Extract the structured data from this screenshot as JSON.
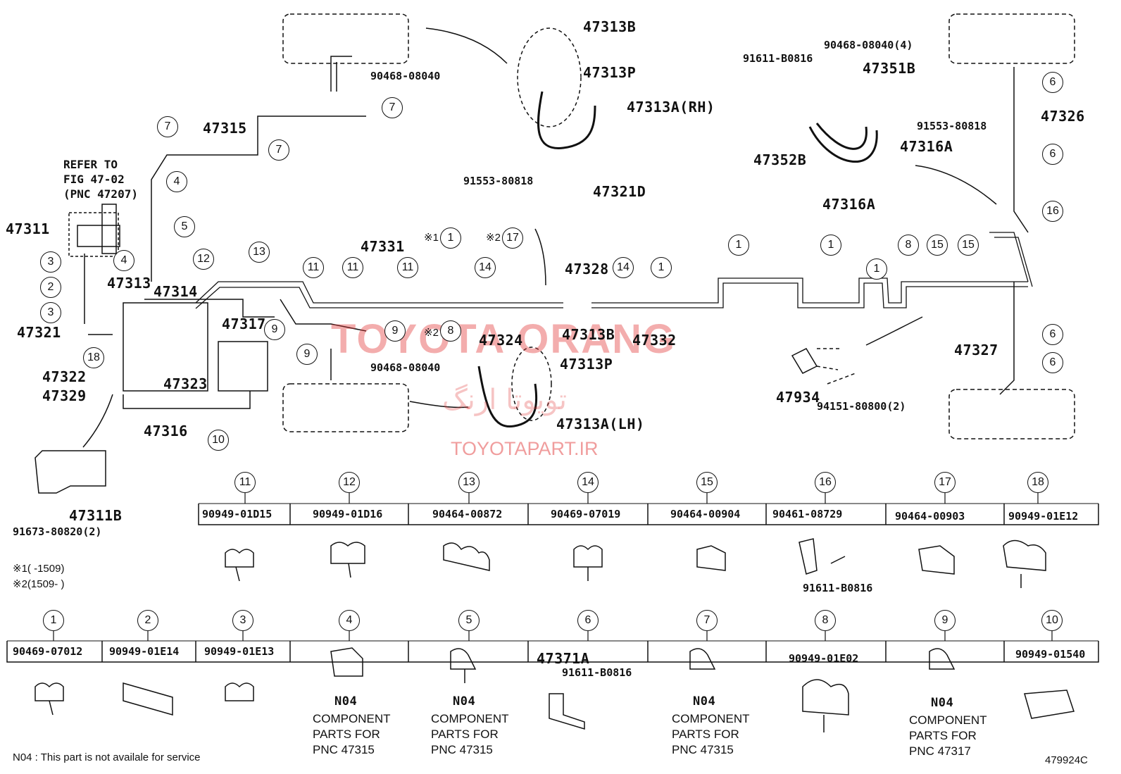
{
  "diagram": {
    "figure_number": "479924C",
    "refer_note": [
      "REFER TO",
      "FIG 47-02",
      "(PNC 47207)"
    ],
    "part_labels": {
      "p47311": "47311",
      "p47311b": "47311B",
      "p47313": "47313",
      "p47313a_rh": "47313A(RH)",
      "p47313a_lh": "47313A(LH)",
      "p47313b_top": "47313B",
      "p47313b_mid": "47313B",
      "p47313p_top": "47313P",
      "p47313p_mid": "47313P",
      "p47314": "47314",
      "p47315": "47315",
      "p47316_left": "47316",
      "p47316a_a": "47316A",
      "p47316a_b": "47316A",
      "p47317": "47317",
      "p47321": "47321",
      "p47321d": "47321D",
      "p47322": "47322",
      "p47323": "47323",
      "p47324": "47324",
      "p47326": "47326",
      "p47327": "47327",
      "p47328": "47328",
      "p47329": "47329",
      "p47331": "47331",
      "p47332": "47332",
      "p47351b": "47351B",
      "p47352b": "47352B",
      "p47934": "47934",
      "p47371a": "47371A"
    },
    "small_part_labels": {
      "s9046808040_top": "90468-08040",
      "s9046808040_mid": "90468-08040",
      "s9046808040_4": "90468-08040(4)",
      "s91611b0816_top": "91611-B0816",
      "s9155380818_right": "91553-80818",
      "s9155380818_mid": "91553-80818",
      "s9415180800": "94151-80800(2)",
      "s9167380820": "91673-80820(2)",
      "s91611b0816_row1": "91611-B0816",
      "s91611b0816_row2": "91611-B0816"
    },
    "markers": {
      "m1": "※1",
      "m2": "※2",
      "m2b": "※2",
      "m8": "8"
    },
    "footnotes": {
      "f1": "※1(     -1509)",
      "f2": "※2(1509-     )",
      "n04": "N04 : This part is not availale for service"
    },
    "clip_table_row1": [
      {
        "ref": "11",
        "part": "90949-01D15"
      },
      {
        "ref": "12",
        "part": "90949-01D16"
      },
      {
        "ref": "13",
        "part": "90464-00872"
      },
      {
        "ref": "14",
        "part": "90469-07019"
      },
      {
        "ref": "15",
        "part": "90464-00904"
      },
      {
        "ref": "16",
        "part": "90461-08729"
      },
      {
        "ref": "17",
        "part": "90464-00903"
      },
      {
        "ref": "18",
        "part": "90949-01E12"
      }
    ],
    "clip_table_row2": [
      {
        "ref": "1",
        "part": "90469-07012"
      },
      {
        "ref": "2",
        "part": "90949-01E14"
      },
      {
        "ref": "3",
        "part": "90949-01E13"
      },
      {
        "ref": "4",
        "part": ""
      },
      {
        "ref": "5",
        "part": ""
      },
      {
        "ref": "6",
        "part": ""
      },
      {
        "ref": "7",
        "part": ""
      },
      {
        "ref": "8",
        "part": "90949-01E02"
      },
      {
        "ref": "9",
        "part": ""
      },
      {
        "ref": "10",
        "part": "90949-01540"
      }
    ],
    "n04_notes": {
      "code": "N04",
      "c4": [
        "COMPONENT",
        "PARTS FOR",
        "PNC 47315"
      ],
      "c5": [
        "COMPONENT",
        "PARTS FOR",
        "PNC 47315"
      ],
      "c7": [
        "COMPONENT",
        "PARTS FOR",
        "PNC 47315"
      ],
      "c9": [
        "COMPONENT",
        "PARTS FOR",
        "PNC 47317"
      ]
    },
    "callouts": {
      "c7a": "7",
      "c7b": "7",
      "c7c": "7",
      "c4a": "4",
      "c5a": "5",
      "c4b": "4",
      "c3a": "3",
      "c2a": "2",
      "c3b": "3",
      "c18a": "18",
      "c12a": "12",
      "c13a": "13",
      "c9a": "9",
      "c9b": "9",
      "c9c": "9",
      "c10a": "10",
      "c11a": "11",
      "c11b": "11",
      "c11c": "11",
      "c1a": "1",
      "c14a": "14",
      "c17a": "17",
      "c14b": "14",
      "c1b": "1",
      "c1c": "1",
      "c1d": "1",
      "c1e": "1",
      "c8a": "8",
      "c15a": "15",
      "c15b": "15",
      "c6a": "6",
      "c6b": "6",
      "c16a": "16",
      "c6c": "6",
      "c6d": "6"
    }
  },
  "watermark": {
    "latin": "TOYOTA ORANG",
    "persian": "تويوتا ارنگ",
    "site": "TOYOTAPART.IR"
  }
}
